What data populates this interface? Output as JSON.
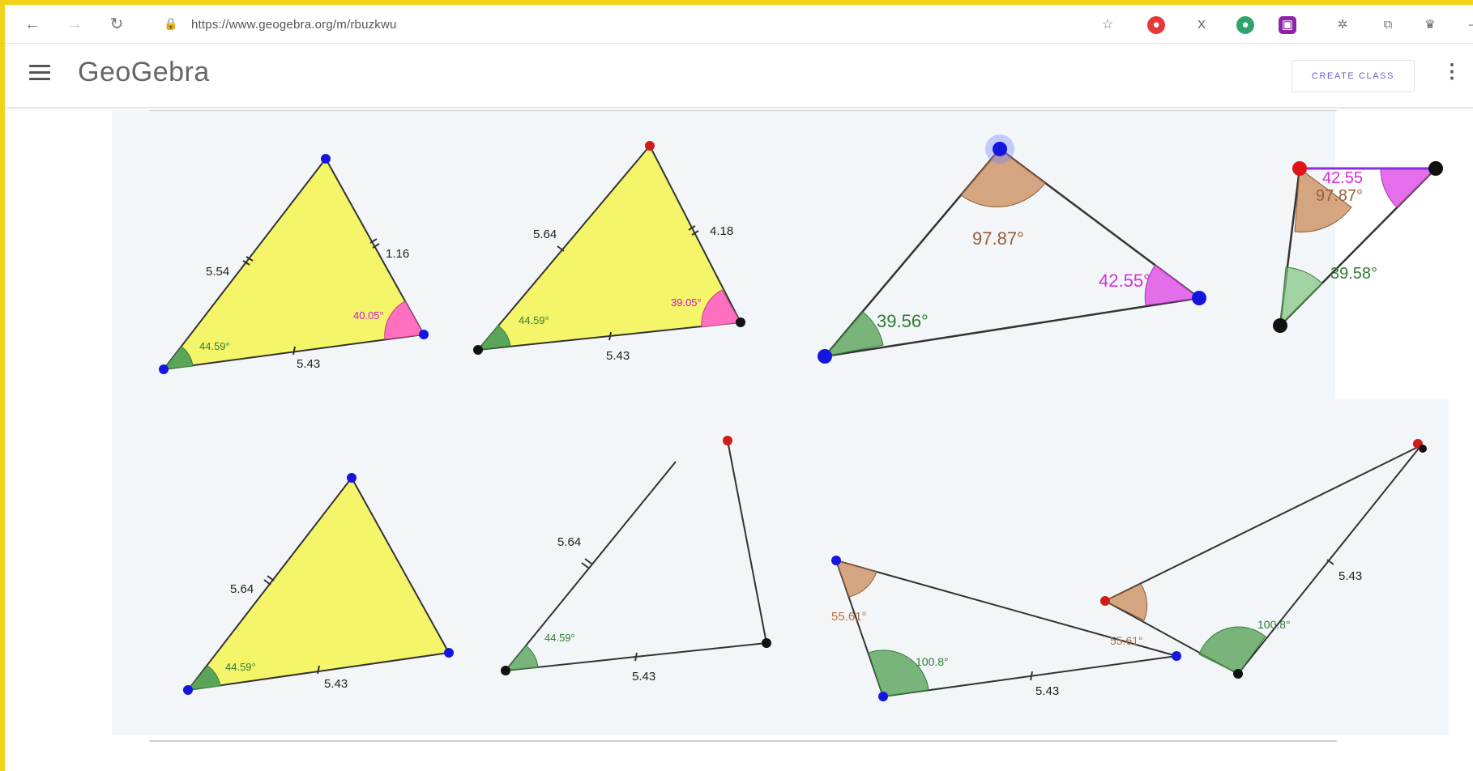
{
  "browser": {
    "url": "https://www.geogebra.org/m/rbuzkwu",
    "back_icon": "arrow-left-icon",
    "forward_icon": "arrow-right-icon",
    "reload_icon": "reload-icon"
  },
  "header": {
    "brand": "GeoGebra",
    "create_class_label": "CREATE CLASS",
    "more_label": "⋮"
  },
  "colors": {
    "triangle_fill": "#f5f56a",
    "angle_green": "#5aa55a",
    "angle_pink": "#ff6fbf",
    "angle_brown": "#c98a5a",
    "angle_magenta": "#e055e6",
    "point_blue": "#1515e0",
    "point_red": "#d11a1a",
    "canvas_bg": "#f3f6f8"
  },
  "labels": {
    "t1_left": "5.54",
    "t1_right": "1.16",
    "t1_bottom": "5.43",
    "t1_angle_left": "44.59°",
    "t1_angle_right": "40.05°",
    "t2_left": "5.64",
    "t2_right": "4.18",
    "t2_bottom": "5.43",
    "t2_angle_left": "44.59°",
    "t2_angle_right": "39.05°",
    "t3_angle_top": "97.87°",
    "t3_angle_right": "42.55°",
    "t3_angle_left": "39.56°",
    "t4_angle_top_right": "42.55",
    "t4_angle_top_left": "97.87°",
    "t4_angle_bottom": "39.58°",
    "t5_left": "5.64",
    "t5_bottom": "5.43",
    "t5_angle_left": "44.59°",
    "t6_left": "5.64",
    "t6_bottom": "5.43",
    "t6_angle_left": "44.59°",
    "t7_angle_top": "55.61°",
    "t7_angle_bottom": "100.8°",
    "t7_bottom": "5.43",
    "t7_angle_right": "55.61°",
    "t8_side": "5.43",
    "t8_angle": "100.8°"
  }
}
